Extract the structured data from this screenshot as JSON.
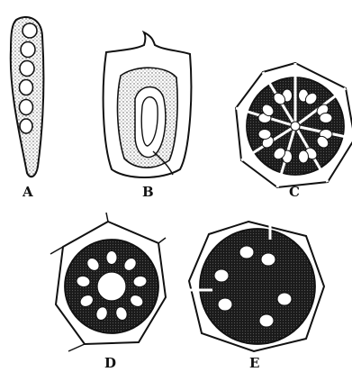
{
  "figure": {
    "labels": {
      "a": "A",
      "b": "B",
      "c": "C",
      "d": "D",
      "e": "E"
    }
  },
  "colors": {
    "ink": "#111111",
    "stipple": "#555555",
    "paper": "#ffffff"
  }
}
